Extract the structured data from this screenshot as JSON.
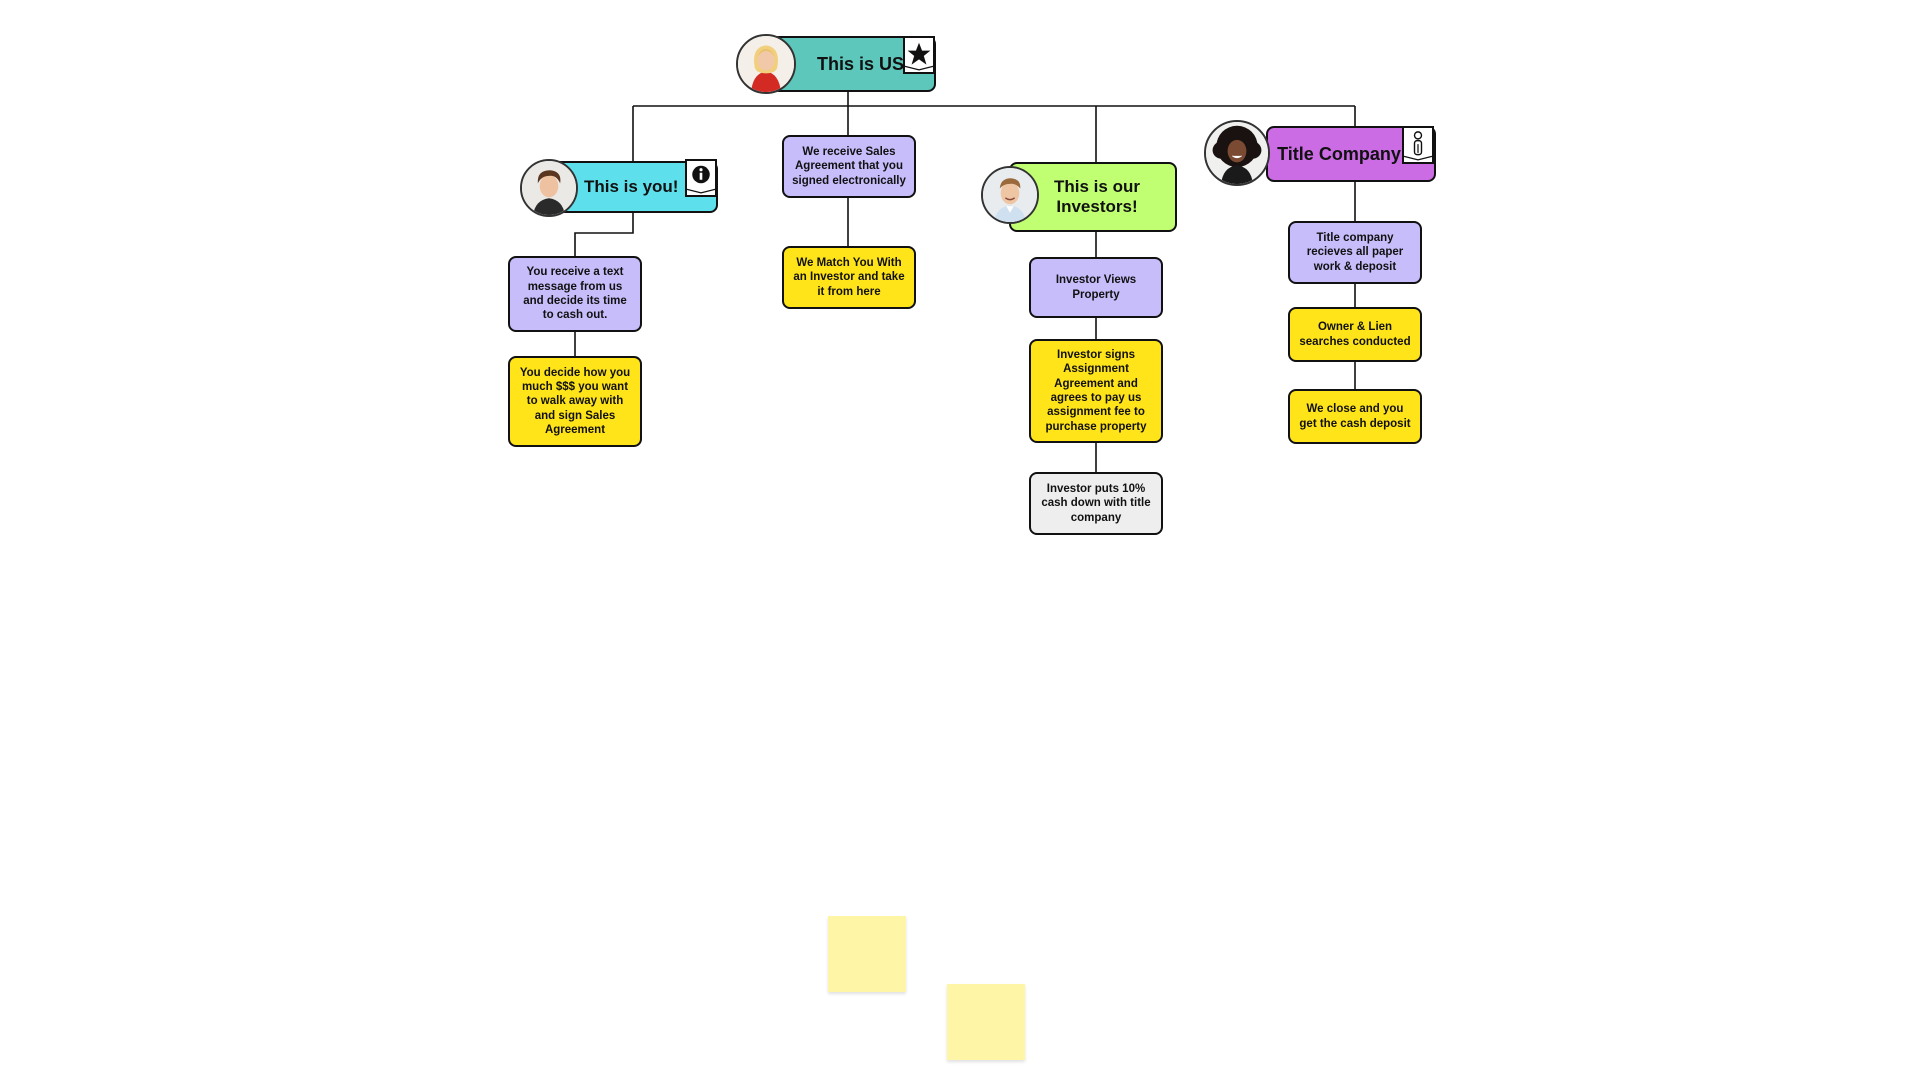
{
  "headers": {
    "us": {
      "title": "This is US!",
      "color": "#5ec7bb",
      "badge_icon": "star-icon",
      "avatar": "woman-blonde-red-jacket"
    },
    "you": {
      "title": "This is you!",
      "color": "#5ee0ec",
      "badge_icon": "info-icon",
      "avatar": "young-man-brown-hair"
    },
    "investors": {
      "title": "This is our Investors!",
      "color": "#c1ff72",
      "avatar": "smiling-man-shirt"
    },
    "title_company": {
      "title": "Title Company",
      "color": "#cc6ce5",
      "badge_icon": "person-icon",
      "avatar": "woman-curly-hair"
    }
  },
  "cards": {
    "you_1": {
      "text": "You receive a text message from us and decide its time to cash out.",
      "color": "#c8bdfb"
    },
    "you_2": {
      "text": "You decide how you much $$$ you want to walk away with and sign Sales Agreement",
      "color": "#ffe41a"
    },
    "us_1": {
      "text": "We receive Sales Agreement that you signed electronically",
      "color": "#c8bdfb"
    },
    "us_2": {
      "text": "We Match You With an Investor and take it from here",
      "color": "#ffe41a"
    },
    "inv_1": {
      "text": "Investor Views Property",
      "color": "#c8bdfb"
    },
    "inv_2": {
      "text": "Investor signs Assignment Agreement and agrees to pay us assignment fee to purchase property",
      "color": "#ffe41a"
    },
    "inv_3": {
      "text": "Investor puts 10% cash down with title company",
      "color": "#eeeeee"
    },
    "tc_1": {
      "text": "Title company recieves all paper work & deposit",
      "color": "#c8bdfb"
    },
    "tc_2": {
      "text": "Owner & Lien searches conducted",
      "color": "#ffe41a"
    },
    "tc_3": {
      "text": "We close and you get the cash deposit",
      "color": "#ffe41a"
    }
  },
  "sticky_notes": {
    "color": "#fef6a6"
  }
}
